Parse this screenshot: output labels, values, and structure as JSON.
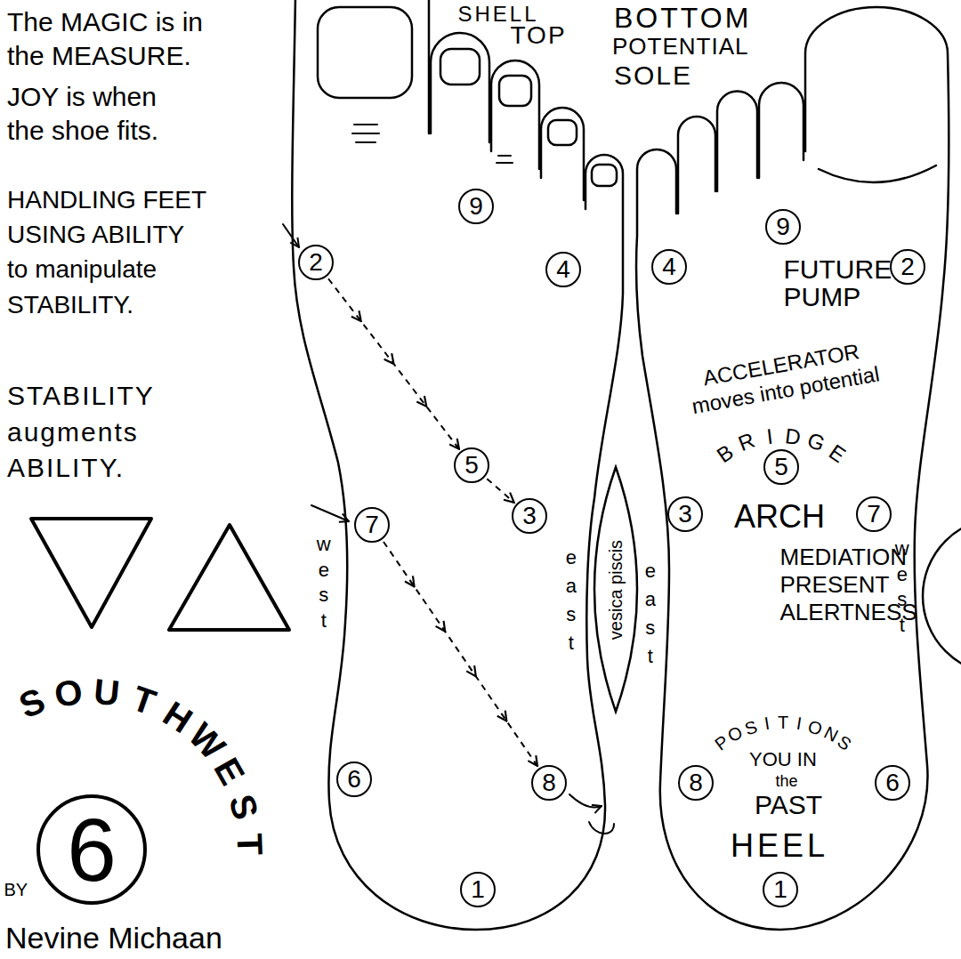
{
  "diagram": {
    "title": "SOUTHWEST",
    "nodes": [
      {
        "text": [
          "9"
        ]
      },
      {
        "text": [
          "2"
        ]
      },
      {
        "text": [
          "4"
        ]
      },
      {
        "text": [
          "5"
        ]
      },
      {
        "text": [
          "3"
        ]
      },
      {
        "text": [
          "7"
        ]
      },
      {
        "text": [
          "6"
        ]
      },
      {
        "text": [
          "8"
        ]
      },
      {
        "text": [
          "1"
        ]
      },
      {
        "text": [
          "vesica piscis"
        ]
      },
      {
        "text": [
          "9"
        ]
      },
      {
        "text": [
          "4"
        ]
      },
      {
        "text": [
          "2"
        ]
      },
      {
        "text": [
          "5"
        ]
      },
      {
        "text": [
          "3"
        ]
      },
      {
        "text": [
          "7"
        ]
      },
      {
        "text": [
          "8"
        ]
      },
      {
        "text": [
          "6"
        ]
      },
      {
        "text": [
          "1"
        ]
      },
      {
        "text": [
          "6"
        ]
      }
    ],
    "edges": [
      {
        "from": 1,
        "to": 3,
        "arrow": "to"
      },
      {
        "from": 3,
        "to": 4,
        "arrow": "to"
      },
      {
        "from": 5,
        "to": 7,
        "arrow": "to"
      }
    ],
    "labels": [
      "The MAGIC is in the MEASURE.",
      "JOY is when the shoe fits.",
      "HANDLING FEET USING ABILITY to manipulate STABILITY.",
      "STABILITY augments ABILITY.",
      "SHELL",
      "TOP",
      "BOTTOM",
      "POTENTIAL",
      "SOLE",
      "FUTURE PUMP",
      "ACCELERATOR moves into potential",
      "BRIDGE",
      "ARCH",
      "west",
      "east",
      "east",
      "west",
      "MEDIATION PRESENT ALERTNESS",
      "POSITIONS",
      "YOU IN",
      "the",
      "PAST",
      "HEEL",
      "BY",
      "Nevine Michaan"
    ]
  }
}
